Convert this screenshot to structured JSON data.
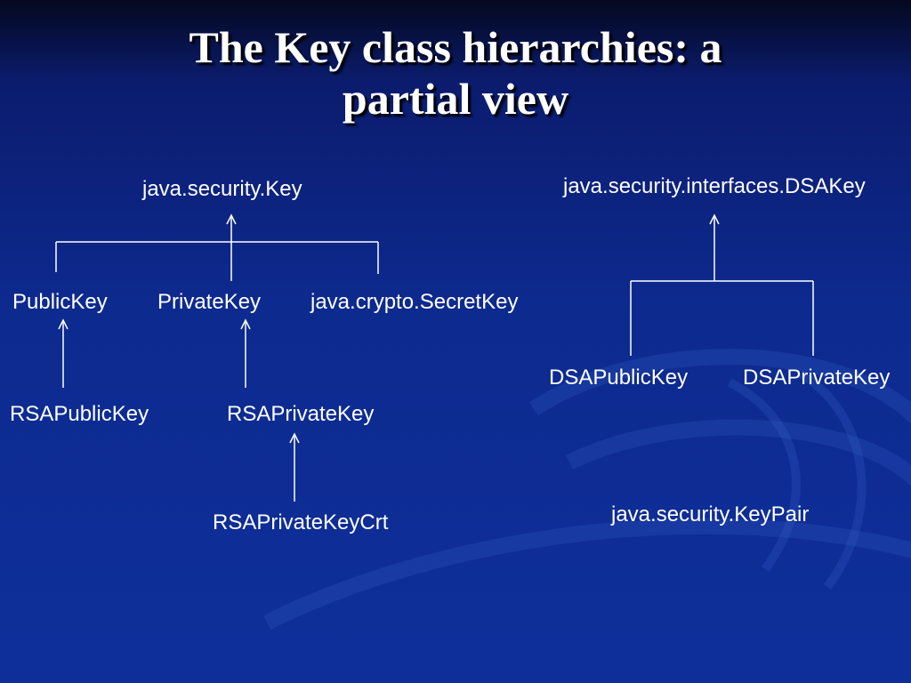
{
  "slide": {
    "title": "The Key class hierarchies: a\npartial view"
  },
  "diagram": {
    "nodes": {
      "key": "java.security.Key",
      "dsa_key": "java.security.interfaces.DSAKey",
      "public_key": "PublicKey",
      "private_key": "PrivateKey",
      "secret_key": "java.crypto.SecretKey",
      "rsa_public_key": "RSAPublicKey",
      "rsa_private_key": "RSAPrivateKey",
      "rsa_private_key_crt": "RSAPrivateKeyCrt",
      "dsa_public_key": "DSAPublicKey",
      "dsa_private_key": "DSAPrivateKey",
      "key_pair": "java.security.KeyPair"
    }
  },
  "colors": {
    "background": "#0d2a8f",
    "text": "#ffffff",
    "lines": "#ffffff"
  }
}
